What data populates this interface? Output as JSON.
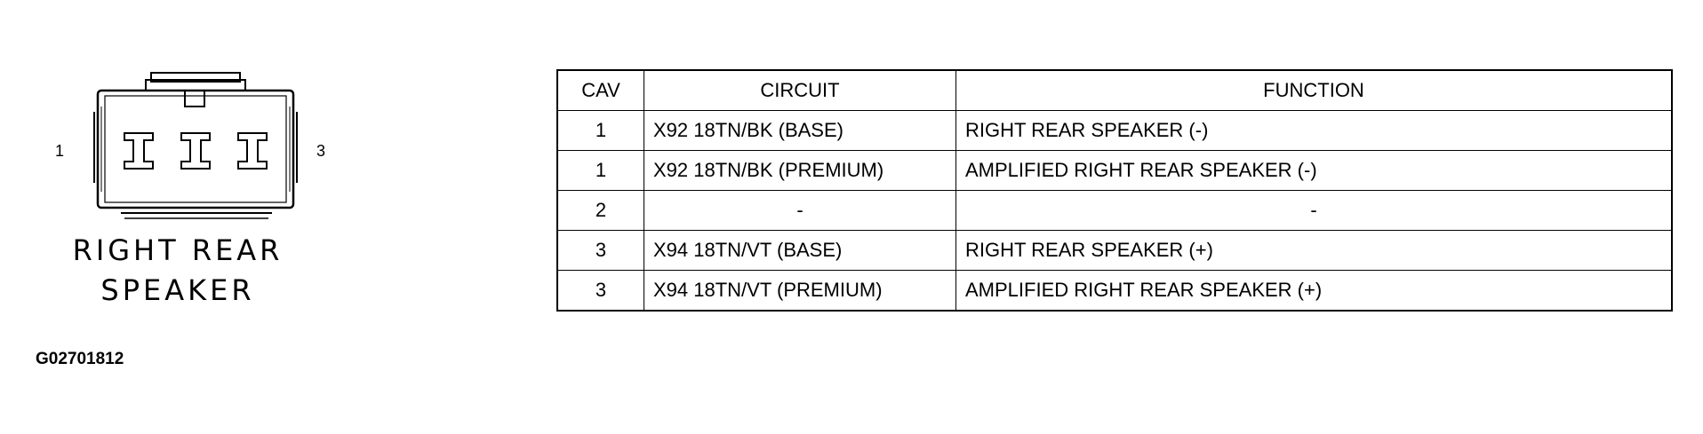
{
  "connector": {
    "pin_left": "1",
    "pin_right": "3",
    "name_line1": "RIGHT REAR",
    "name_line2": "SPEAKER"
  },
  "figure_id": "G02701812",
  "table": {
    "headers": [
      "CAV",
      "CIRCUIT",
      "FUNCTION"
    ],
    "rows": [
      {
        "cav": "1",
        "circuit": "X92 18TN/BK (BASE)",
        "function": "RIGHT REAR SPEAKER (-)"
      },
      {
        "cav": "1",
        "circuit": "X92 18TN/BK (PREMIUM)",
        "function": "AMPLIFIED RIGHT REAR SPEAKER (-)"
      },
      {
        "cav": "2",
        "circuit": "-",
        "function": "-"
      },
      {
        "cav": "3",
        "circuit": "X94 18TN/VT (BASE)",
        "function": "RIGHT REAR SPEAKER (+)"
      },
      {
        "cav": "3",
        "circuit": "X94 18TN/VT (PREMIUM)",
        "function": "AMPLIFIED RIGHT REAR SPEAKER (+)"
      }
    ]
  }
}
